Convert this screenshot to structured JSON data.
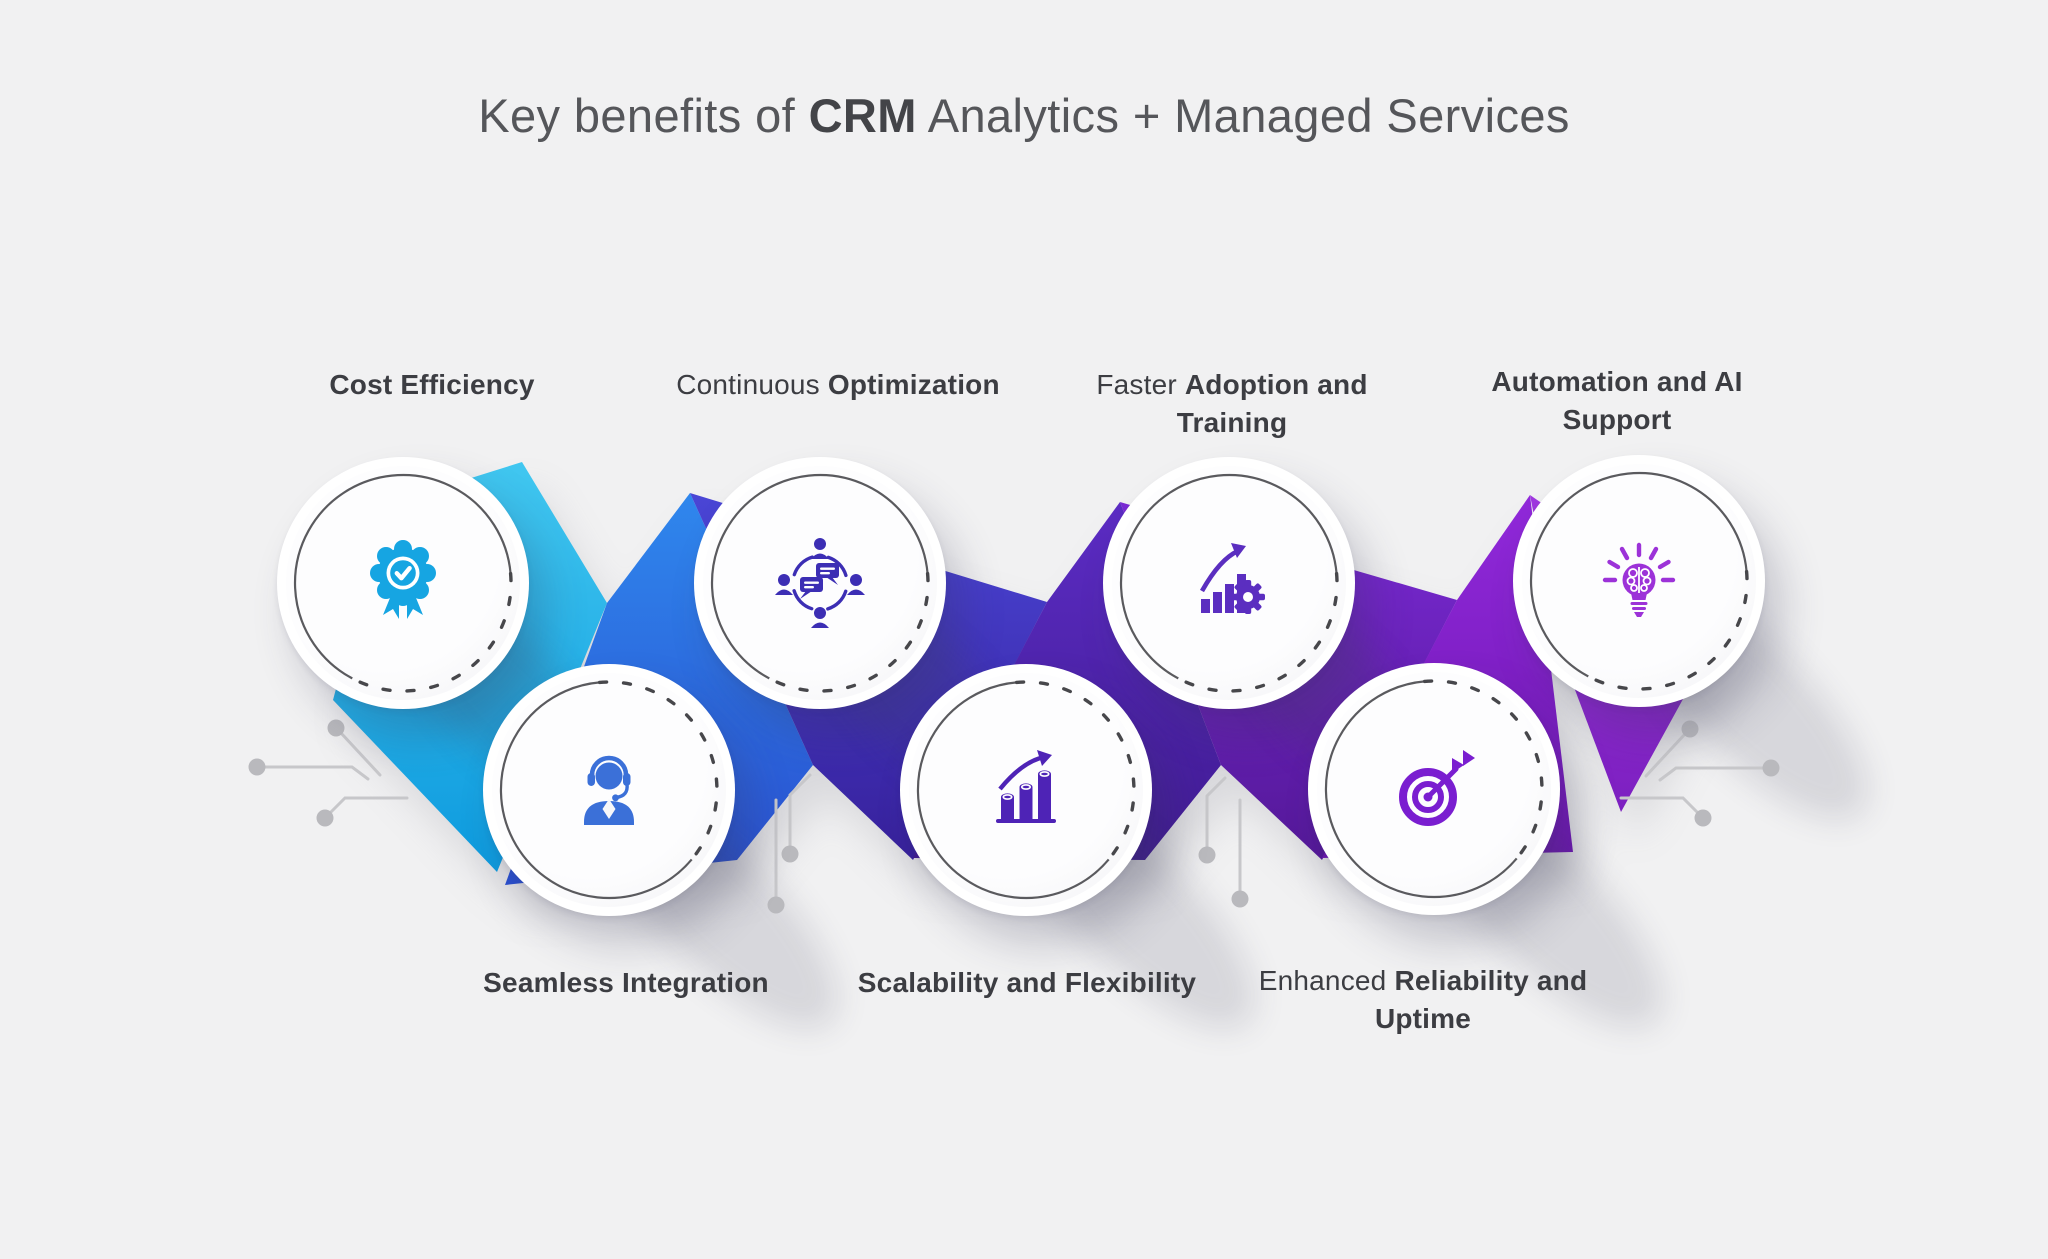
{
  "title": {
    "pre": "Key benefits of ",
    "bold": "CRM",
    "post": " Analytics + Managed Services"
  },
  "benefits": [
    {
      "label_pre": "",
      "label_bold": "Cost Efficiency",
      "icon": "award-check-icon",
      "row": "top",
      "icon_color": "#16a5e2"
    },
    {
      "label_pre": "",
      "label_bold": "Seamless Integration",
      "icon": "support-headset-icon",
      "row": "bottom",
      "icon_color": "#3b70d8"
    },
    {
      "label_pre": "Continuous ",
      "label_bold": "Optimization",
      "icon": "people-communication-icon",
      "row": "top",
      "icon_color": "#3c2eb4"
    },
    {
      "label_pre": "",
      "label_bold": "Scalability and Flexibility",
      "icon": "growth-cylinders-icon",
      "row": "bottom",
      "icon_color": "#4e23b6"
    },
    {
      "label_pre": "Faster ",
      "label_bold": "Adoption and Training",
      "icon": "chart-gear-icon",
      "row": "top",
      "icon_color": "#5b2ec0"
    },
    {
      "label_pre": "Enhanced ",
      "label_bold": "Reliability and Uptime",
      "icon": "target-dart-icon",
      "row": "bottom",
      "icon_color": "#7a1ed0"
    },
    {
      "label_pre": "",
      "label_bold": "Automation and AI Support",
      "icon": "brain-bulb-icon",
      "row": "top",
      "icon_color": "#9c32d8"
    }
  ],
  "ribbon": {
    "colors": [
      "#22b6ec",
      "#2f6fe0",
      "#4334c4",
      "#5b2ec0",
      "#7326cf",
      "#8c2ad9",
      "#9a34dc"
    ]
  },
  "background": "#f1f1f2"
}
